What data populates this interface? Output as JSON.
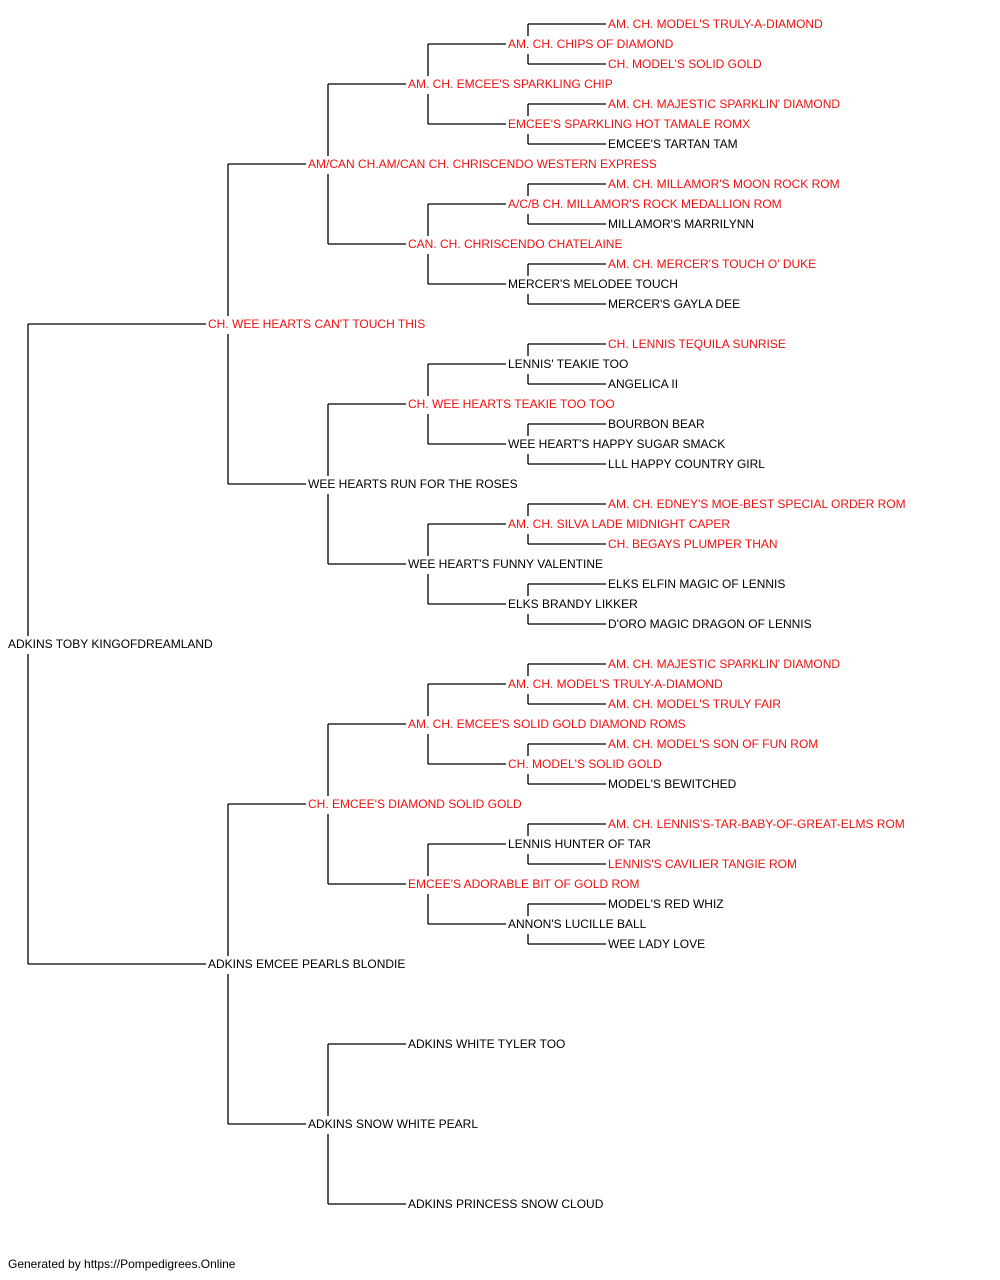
{
  "colors": {
    "champion": "#ee1111",
    "normal": "#000000",
    "line": "#000000"
  },
  "footer": {
    "text": "Generated by https://Pompedigrees.Online"
  },
  "pedigree": {
    "name": "ADKINS TOBY KINGOFDREAMLAND",
    "champion": false,
    "sire": {
      "name": "CH. WEE HEARTS CAN'T TOUCH THIS",
      "champion": true,
      "sire": {
        "name": "AM/CAN CH.AM/CAN CH. CHRISCENDO WESTERN EXPRESS",
        "champion": true,
        "sire": {
          "name": "AM. CH. EMCEE'S SPARKLING CHIP",
          "champion": true,
          "sire": {
            "name": "AM. CH. CHIPS OF DIAMOND",
            "champion": true,
            "sire": {
              "name": "AM. CH. MODEL'S TRULY-A-DIAMOND",
              "champion": true
            },
            "dam": {
              "name": "CH. MODEL'S SOLID GOLD",
              "champion": true
            }
          },
          "dam": {
            "name": "EMCEE'S SPARKLING HOT TAMALE ROMX",
            "champion": true,
            "sire": {
              "name": "AM. CH. MAJESTIC SPARKLIN' DIAMOND",
              "champion": true
            },
            "dam": {
              "name": "EMCEE'S TARTAN TAM",
              "champion": false
            }
          }
        },
        "dam": {
          "name": "CAN. CH. CHRISCENDO CHATELAINE",
          "champion": true,
          "sire": {
            "name": "A/C/B CH. MILLAMOR'S ROCK MEDALLION ROM",
            "champion": true,
            "sire": {
              "name": "AM. CH. MILLAMOR'S MOON ROCK ROM",
              "champion": true
            },
            "dam": {
              "name": "MILLAMOR'S MARRILYNN",
              "champion": false
            }
          },
          "dam": {
            "name": "MERCER'S MELODEE TOUCH",
            "champion": false,
            "sire": {
              "name": "AM. CH. MERCER'S TOUCH O' DUKE",
              "champion": true
            },
            "dam": {
              "name": "MERCER'S GAYLA DEE",
              "champion": false
            }
          }
        }
      },
      "dam": {
        "name": "WEE HEARTS RUN FOR THE ROSES",
        "champion": false,
        "sire": {
          "name": "CH. WEE HEARTS TEAKIE TOO TOO",
          "champion": true,
          "sire": {
            "name": "LENNIS' TEAKIE TOO",
            "champion": false,
            "sire": {
              "name": "CH. LENNIS TEQUILA SUNRISE",
              "champion": true
            },
            "dam": {
              "name": "ANGELICA II",
              "champion": false
            }
          },
          "dam": {
            "name": "WEE HEART'S HAPPY SUGAR SMACK",
            "champion": false,
            "sire": {
              "name": "BOURBON BEAR",
              "champion": false
            },
            "dam": {
              "name": "LLL HAPPY COUNTRY GIRL",
              "champion": false
            }
          }
        },
        "dam": {
          "name": "WEE HEART'S FUNNY VALENTINE",
          "champion": false,
          "sire": {
            "name": "AM. CH. SILVA LADE MIDNIGHT CAPER",
            "champion": true,
            "sire": {
              "name": "AM. CH. EDNEY'S MOE-BEST SPECIAL ORDER ROM",
              "champion": true
            },
            "dam": {
              "name": "CH. BEGAYS PLUMPER THAN",
              "champion": true
            }
          },
          "dam": {
            "name": "ELKS BRANDY LIKKER",
            "champion": false,
            "sire": {
              "name": "ELKS ELFIN MAGIC OF LENNIS",
              "champion": false
            },
            "dam": {
              "name": "D'ORO MAGIC DRAGON OF LENNIS",
              "champion": false
            }
          }
        }
      }
    },
    "dam": {
      "name": "ADKINS EMCEE PEARLS BLONDIE",
      "champion": false,
      "sire": {
        "name": "CH. EMCEE'S DIAMOND SOLID GOLD",
        "champion": true,
        "sire": {
          "name": "AM. CH. EMCEE'S SOLID GOLD DIAMOND ROMS",
          "champion": true,
          "sire": {
            "name": "AM. CH. MODEL'S TRULY-A-DIAMOND",
            "champion": true,
            "sire": {
              "name": "AM. CH. MAJESTIC SPARKLIN' DIAMOND",
              "champion": true
            },
            "dam": {
              "name": "AM. CH. MODEL'S TRULY FAIR",
              "champion": true
            }
          },
          "dam": {
            "name": "CH. MODEL'S SOLID GOLD",
            "champion": true,
            "sire": {
              "name": "AM. CH. MODEL'S SON OF FUN ROM",
              "champion": true
            },
            "dam": {
              "name": "MODEL'S BEWITCHED",
              "champion": false
            }
          }
        },
        "dam": {
          "name": "EMCEE'S ADORABLE BIT OF GOLD ROM",
          "champion": true,
          "sire": {
            "name": "LENNIS HUNTER OF TAR",
            "champion": false,
            "sire": {
              "name": "AM. CH. LENNIS'S-TAR-BABY-OF-GREAT-ELMS ROM",
              "champion": true
            },
            "dam": {
              "name": "LENNIS'S CAVILIER TANGIE ROM",
              "champion": true
            }
          },
          "dam": {
            "name": "ANNON'S LUCILLE BALL",
            "champion": false,
            "sire": {
              "name": "MODEL'S RED WHIZ",
              "champion": false
            },
            "dam": {
              "name": "WEE LADY LOVE",
              "champion": false
            }
          }
        }
      },
      "dam": {
        "name": "ADKINS SNOW WHITE PEARL",
        "champion": false,
        "sire": {
          "name": "ADKINS WHITE TYLER TOO",
          "champion": false
        },
        "dam": {
          "name": "ADKINS PRINCESS SNOW CLOUD",
          "champion": false
        }
      }
    }
  }
}
